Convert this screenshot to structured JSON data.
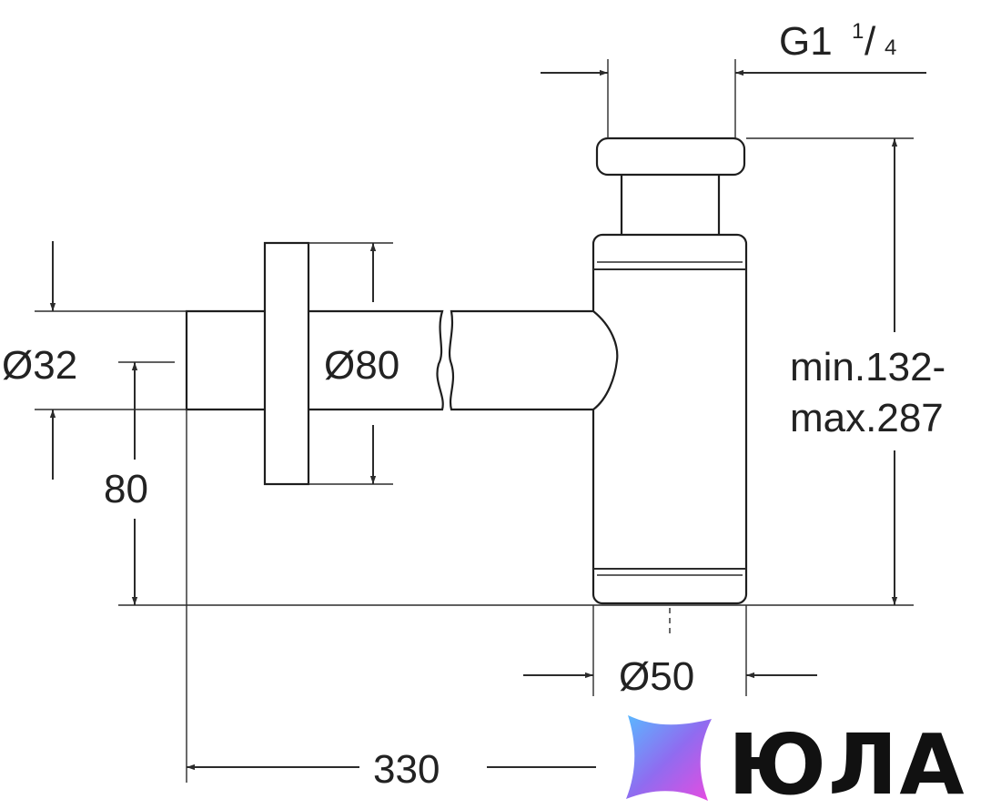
{
  "dimensions": {
    "thread": {
      "main": "G1",
      "fraction_num": "1",
      "fraction_sep": "/",
      "fraction_den": "4"
    },
    "outlet_diameter": "Ø32",
    "rosette_diameter": "Ø80",
    "height_range_line1": "min.132-",
    "height_range_line2": "max.287",
    "outlet_height": "80",
    "body_diameter": "Ø50",
    "projection_length": "330"
  },
  "brand": {
    "logo_text": "ЮЛА",
    "icon": "star-gradient-icon",
    "colors": [
      "#5ab8ff",
      "#8f6cf0",
      "#e84be0"
    ]
  }
}
